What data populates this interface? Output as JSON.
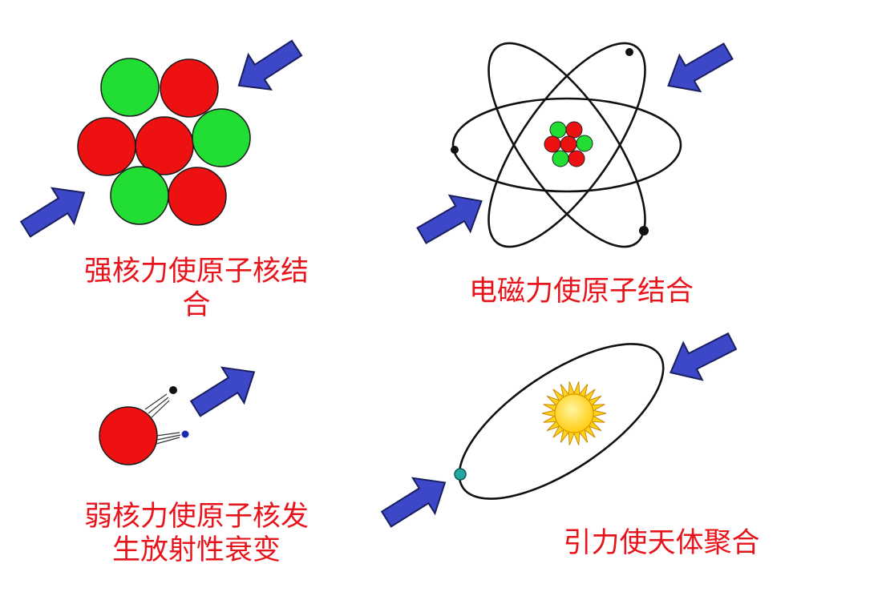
{
  "panels": [
    {
      "id": "strong",
      "label_lines": [
        "强核力使原子核结",
        "合"
      ],
      "icons": [
        "nucleus-icon",
        "arrow-icon"
      ]
    },
    {
      "id": "electromagnetic",
      "label_lines": [
        "电磁力使原子结合"
      ],
      "icons": [
        "atom-icon",
        "arrow-icon"
      ]
    },
    {
      "id": "weak",
      "label_lines": [
        "弱核力使原子核发",
        "生放射性衰变"
      ],
      "icons": [
        "decaying-nucleus-icon",
        "arrow-icon"
      ]
    },
    {
      "id": "gravity",
      "label_lines": [
        "引力使天体聚合"
      ],
      "icons": [
        "sun-icon",
        "orbit-icon",
        "planet-icon",
        "arrow-icon"
      ]
    }
  ],
  "colors": {
    "label": "#e8141c",
    "proton": "#ee1111",
    "neutron": "#22dd33",
    "arrow": "#3c48c8",
    "sun": "#ffd21e",
    "planet": "#22a8a0"
  }
}
